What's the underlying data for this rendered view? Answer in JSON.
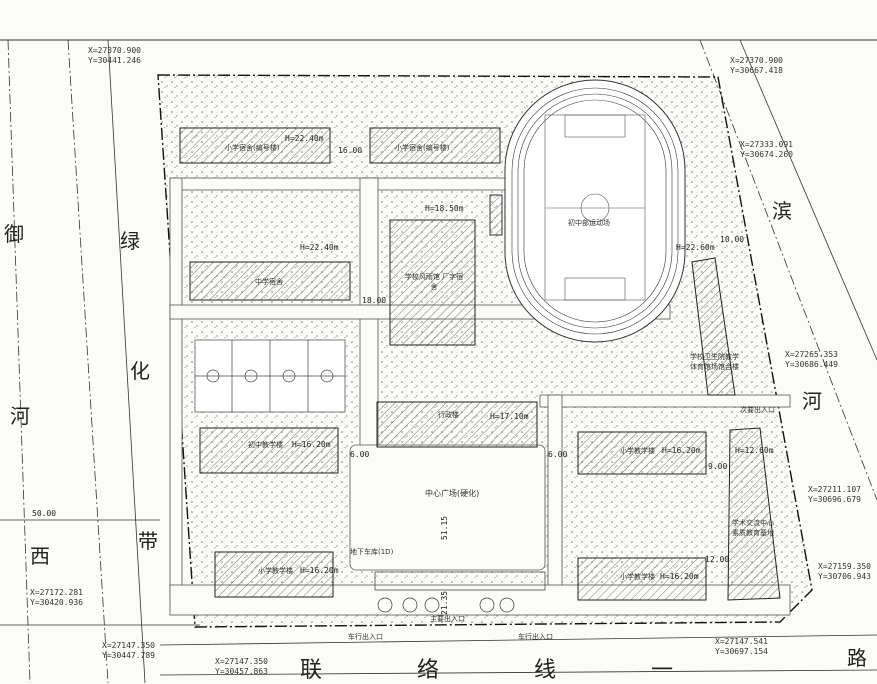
{
  "roads": {
    "left_river_road": [
      "御",
      "河",
      "西"
    ],
    "left_green_belt": [
      "绿",
      "化",
      "带"
    ],
    "right_river_road": [
      "滨",
      "河"
    ],
    "bottom_road": "联 络 线 一",
    "corner_char": "路"
  },
  "coordinates": [
    {
      "x": "X=27370.900",
      "y": "Y=30441.246"
    },
    {
      "x": "X=27370.900",
      "y": "Y=30667.418"
    },
    {
      "x": "X=27333.091",
      "y": "Y=30674.260"
    },
    {
      "x": "X=27265.353",
      "y": "Y=30686.449"
    },
    {
      "x": "X=27211.107",
      "y": "Y=30696.679"
    },
    {
      "x": "X=27159.350",
      "y": "Y=30706.943"
    },
    {
      "x": "X=27147.541",
      "y": "Y=30697.154"
    },
    {
      "x": "X=27147.350",
      "y": "Y=30457.863"
    },
    {
      "x": "X=27147.350",
      "y": "Y=30447.789"
    },
    {
      "x": "X=27172.281",
      "y": "Y=30420.936"
    }
  ],
  "buildings": {
    "dorm_a": "小学宿舍(编号楼)",
    "dorm_b": "小学宿舍(编号楼)",
    "canteen": "中学宿舍",
    "sports_hall": "学校风雨馆 厂字宿舍",
    "field": "初中部运动场",
    "admin": "行政楼",
    "middle_teach_1": "初中教学楼",
    "middle_teach_2": "小学教学楼",
    "primary_teach_1": "小学教学楼",
    "primary_teach_2": "小学教学楼",
    "exchange": "学术交流中心 素质教育基地",
    "health": "学校卫生院教学 体育馆场馆合楼",
    "plaza": "中心广场(硬化)",
    "underground": "地下车库(1D)",
    "main_entry": "主要出入口",
    "car_entry_1": "车行出入口",
    "car_entry_2": "车行出入口",
    "secondary_entry": "次要出入口"
  },
  "dims": {
    "d1600": "16.00",
    "d1800": "18.00",
    "d600": "6.00",
    "d600b": "6.00",
    "d1000": "10.00",
    "d1200": "12.00",
    "d900": "9.00",
    "d5000": "50.00",
    "d2135": "21.35",
    "d5115": "51.15",
    "h_dorm": "H=22.40m",
    "h_dorm2": "H=22.40m",
    "h_hall": "H=18.50m",
    "h_admin": "H=17.10m",
    "h_teach": "H=16.20m",
    "h_teach2": "H=16.20m",
    "h_teach3": "H=16.20m",
    "h_teach4": "H=16.20m",
    "h_health": "H=22.60m",
    "h_exchange": "H=12.60m"
  }
}
